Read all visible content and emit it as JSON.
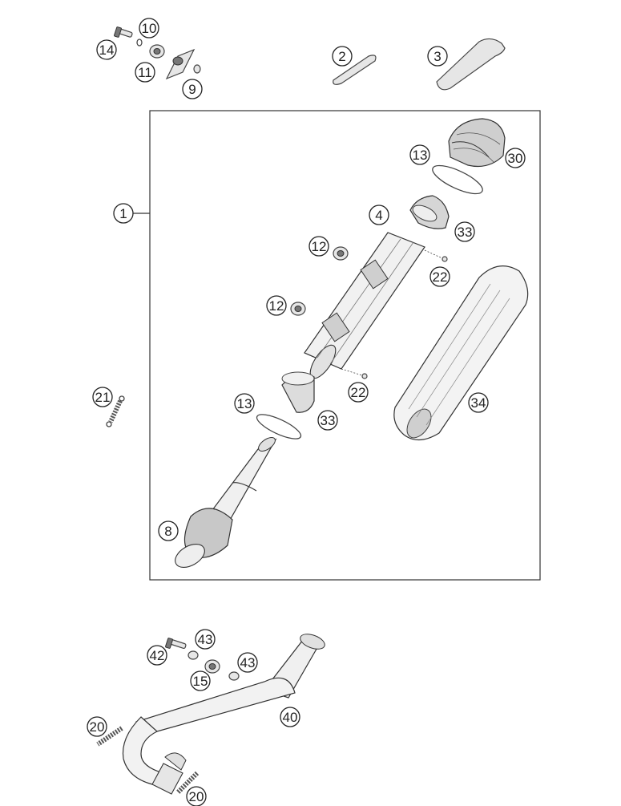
{
  "callouts": [
    {
      "id": "c1",
      "label": "1"
    },
    {
      "id": "c2",
      "label": "2"
    },
    {
      "id": "c3",
      "label": "3"
    },
    {
      "id": "c4",
      "label": "4"
    },
    {
      "id": "c8",
      "label": "8"
    },
    {
      "id": "c9",
      "label": "9"
    },
    {
      "id": "c10",
      "label": "10"
    },
    {
      "id": "c11",
      "label": "11"
    },
    {
      "id": "c12a",
      "label": "12"
    },
    {
      "id": "c12b",
      "label": "12"
    },
    {
      "id": "c13a",
      "label": "13"
    },
    {
      "id": "c13b",
      "label": "13"
    },
    {
      "id": "c14",
      "label": "14"
    },
    {
      "id": "c15",
      "label": "15"
    },
    {
      "id": "c20a",
      "label": "20"
    },
    {
      "id": "c20b",
      "label": "20"
    },
    {
      "id": "c21",
      "label": "21"
    },
    {
      "id": "c22a",
      "label": "22"
    },
    {
      "id": "c22b",
      "label": "22"
    },
    {
      "id": "c30",
      "label": "30"
    },
    {
      "id": "c33a",
      "label": "33"
    },
    {
      "id": "c33b",
      "label": "33"
    },
    {
      "id": "c34",
      "label": "34"
    },
    {
      "id": "c40",
      "label": "40"
    },
    {
      "id": "c42",
      "label": "42"
    },
    {
      "id": "c43a",
      "label": "43"
    },
    {
      "id": "c43b",
      "label": "43"
    }
  ]
}
